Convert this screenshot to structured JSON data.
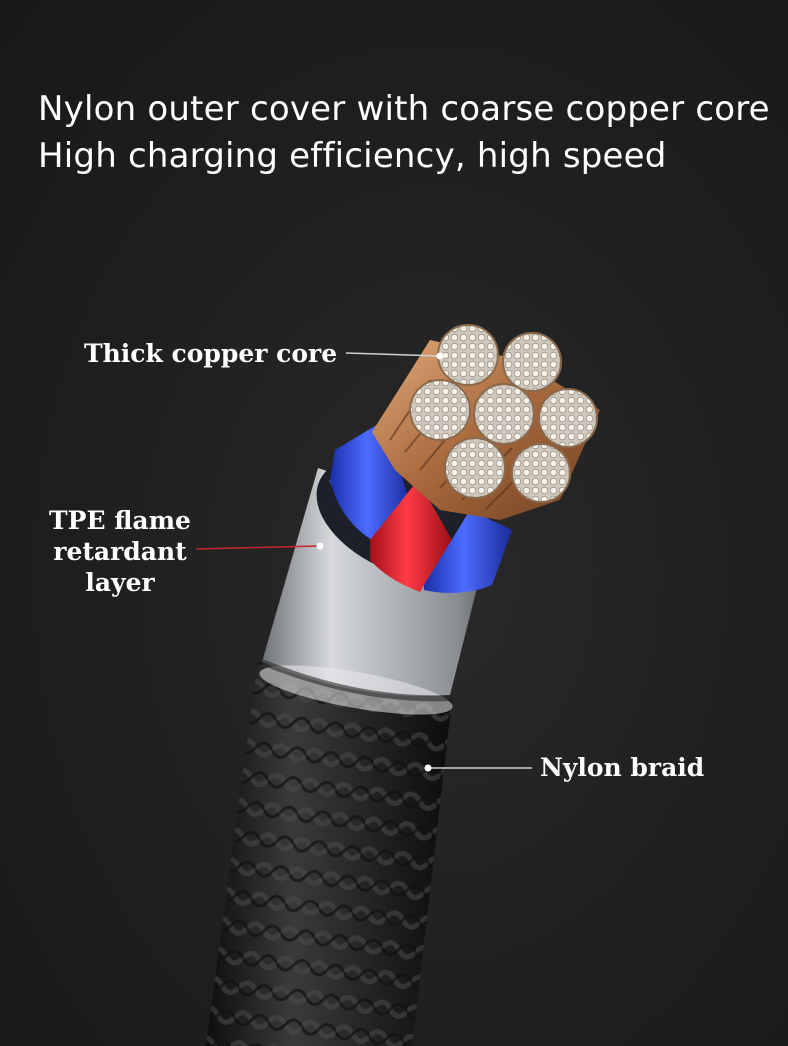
{
  "header": {
    "line1": "Nylon outer cover with coarse copper core",
    "line2": "High charging efficiency, high speed"
  },
  "callouts": {
    "copper_core": "Thick copper core",
    "tpe_line1": "TPE flame",
    "tpe_line2": "retardant",
    "tpe_line3": "layer",
    "nylon_braid": "Nylon braid"
  },
  "colors": {
    "background": "#1f1f1f",
    "wire_blue": "#2a46d6",
    "wire_red": "#e0202e",
    "copper": "#b87a4e",
    "sleeve": "#b9bcc0",
    "braid": "#262626",
    "tpe_pointer": "#c8242e"
  }
}
